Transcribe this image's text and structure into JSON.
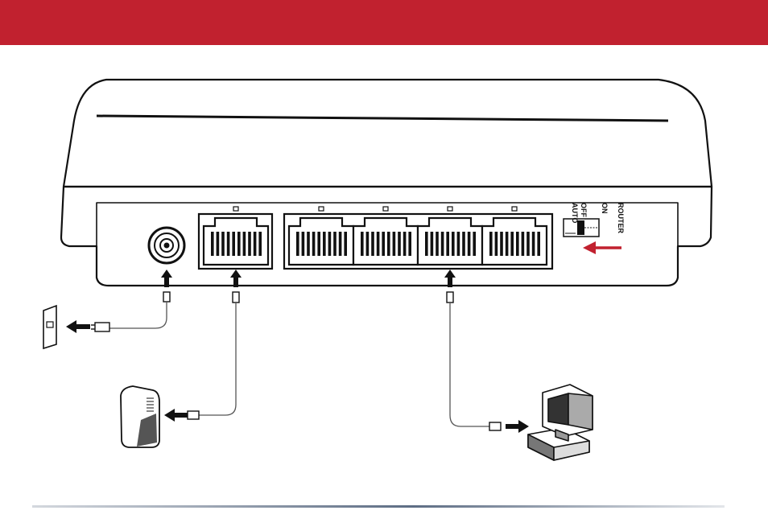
{
  "colors": {
    "banner": "#C1212F",
    "line": "#111111",
    "arrow": "#111111",
    "accent_arrow": "#C1212F",
    "rule_start": "#d4d8de",
    "rule_mid": "#5d6d84",
    "rule_end": "#e3e6ea"
  },
  "switch": {
    "labels": [
      "AUTO",
      "OFF",
      "ON",
      "ROUTER"
    ]
  },
  "icons": {
    "power_port": "coax-socket-icon",
    "wan_port": "rj45-port-icon",
    "lan_ports": "rj45-port-icon",
    "wall_outlet": "wall-phone-jack-icon",
    "modem": "modem-icon",
    "computer": "desktop-computer-icon"
  }
}
